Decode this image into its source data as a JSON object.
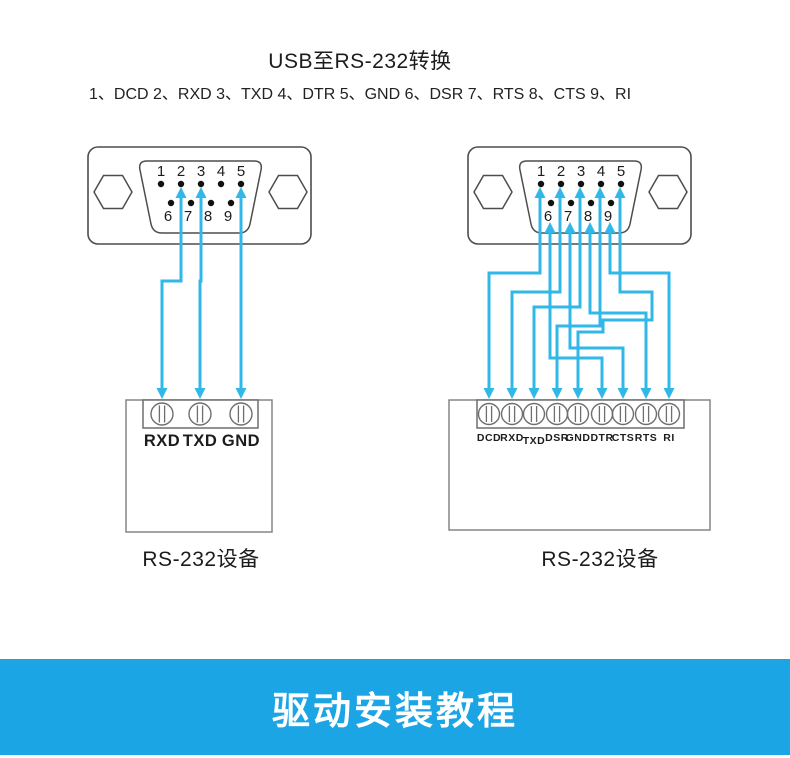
{
  "title": "USB至RS-232转换",
  "subtitle": "1、DCD 2、RXD 3、TXD 4、DTR 5、GND 6、DSR 7、RTS 8、CTS 9、RI",
  "banner": {
    "label": "驱动安装教程",
    "bg_color": "#1CA5E5",
    "text_color": "#ffffff"
  },
  "colors": {
    "wire": "#32B7E9",
    "connector_outline": "#4d4d4d",
    "box_outline": "#858585",
    "strip_outline": "#6e6e6e",
    "text": "#1c1c1c"
  },
  "left_diagram": {
    "device_label": "RS-232设备",
    "connector_top_pins": [
      "1",
      "2",
      "3",
      "4",
      "5"
    ],
    "connector_bottom_pins": [
      "6",
      "7",
      "8",
      "9"
    ],
    "terminals": [
      "RXD",
      "TXD",
      "GND"
    ],
    "connections": [
      {
        "from_pin": "2",
        "to_terminal": "RXD"
      },
      {
        "from_pin": "3",
        "to_terminal": "TXD"
      },
      {
        "from_pin": "5",
        "to_terminal": "GND"
      }
    ]
  },
  "right_diagram": {
    "device_label": "RS-232设备",
    "connector_top_pins": [
      "1",
      "2",
      "3",
      "4",
      "5"
    ],
    "connector_bottom_pins": [
      "6",
      "7",
      "8",
      "9"
    ],
    "terminals": [
      "DCD",
      "RXD",
      "TXD",
      "DSR",
      "GND",
      "DTR",
      "CTS",
      "RTS",
      "RI"
    ],
    "connections": [
      {
        "from_pin": "1",
        "to_terminal": "DCD"
      },
      {
        "from_pin": "2",
        "to_terminal": "RXD"
      },
      {
        "from_pin": "3",
        "to_terminal": "TXD"
      },
      {
        "from_pin": "4",
        "to_terminal": "DSR"
      },
      {
        "from_pin": "5",
        "to_terminal": "GND"
      },
      {
        "from_pin": "6",
        "to_terminal": "DTR"
      },
      {
        "from_pin": "7",
        "to_terminal": "CTS"
      },
      {
        "from_pin": "8",
        "to_terminal": "RTS"
      },
      {
        "from_pin": "9",
        "to_terminal": "RI"
      }
    ]
  }
}
